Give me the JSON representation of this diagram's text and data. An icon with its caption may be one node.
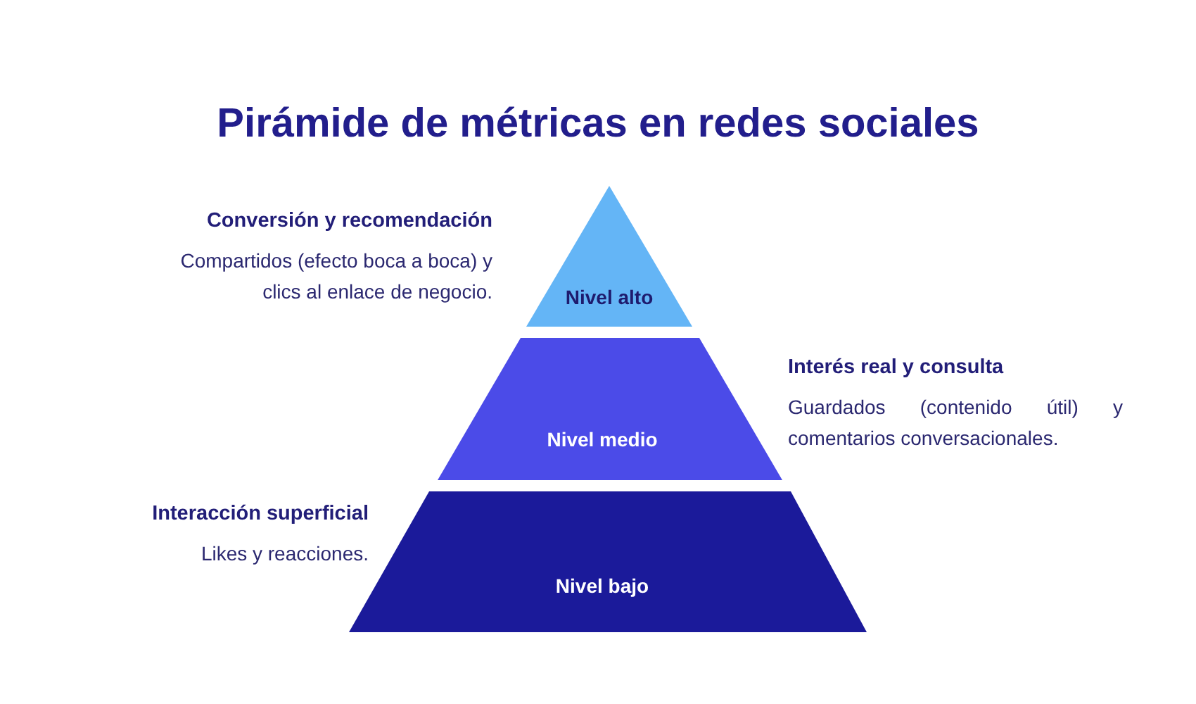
{
  "diagram": {
    "title": "Pirámide de métricas en redes sociales",
    "nodes": [
      {
        "text": [
          "Nivel alto"
        ],
        "beside": [
          "Conversión y recomendación",
          "Compartidos (efecto boca a boca) y clics al enlace de negocio."
        ]
      },
      {
        "text": [
          "Nivel medio"
        ],
        "beside": [
          "Interés real y consulta",
          "Guardados (contenido útil) y comentarios conversacionales."
        ]
      },
      {
        "text": [
          "Nivel bajo"
        ],
        "beside": [
          "Interacción superficial",
          "Likes y reacciones."
        ]
      }
    ]
  }
}
